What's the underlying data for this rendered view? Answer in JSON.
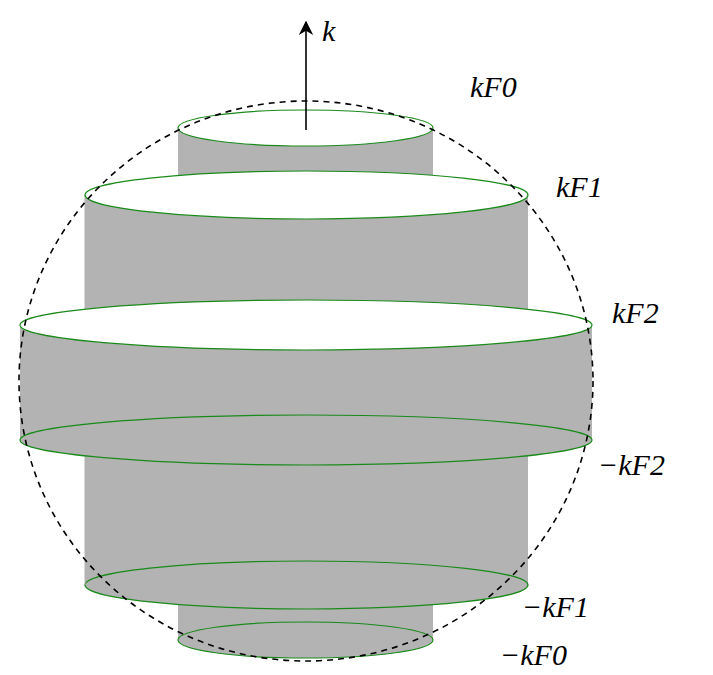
{
  "diagram": {
    "labels": [
      "k",
      "kF0",
      "kF1",
      "kF2",
      "−kF2",
      "−kF1",
      "−kF0"
    ]
  }
}
